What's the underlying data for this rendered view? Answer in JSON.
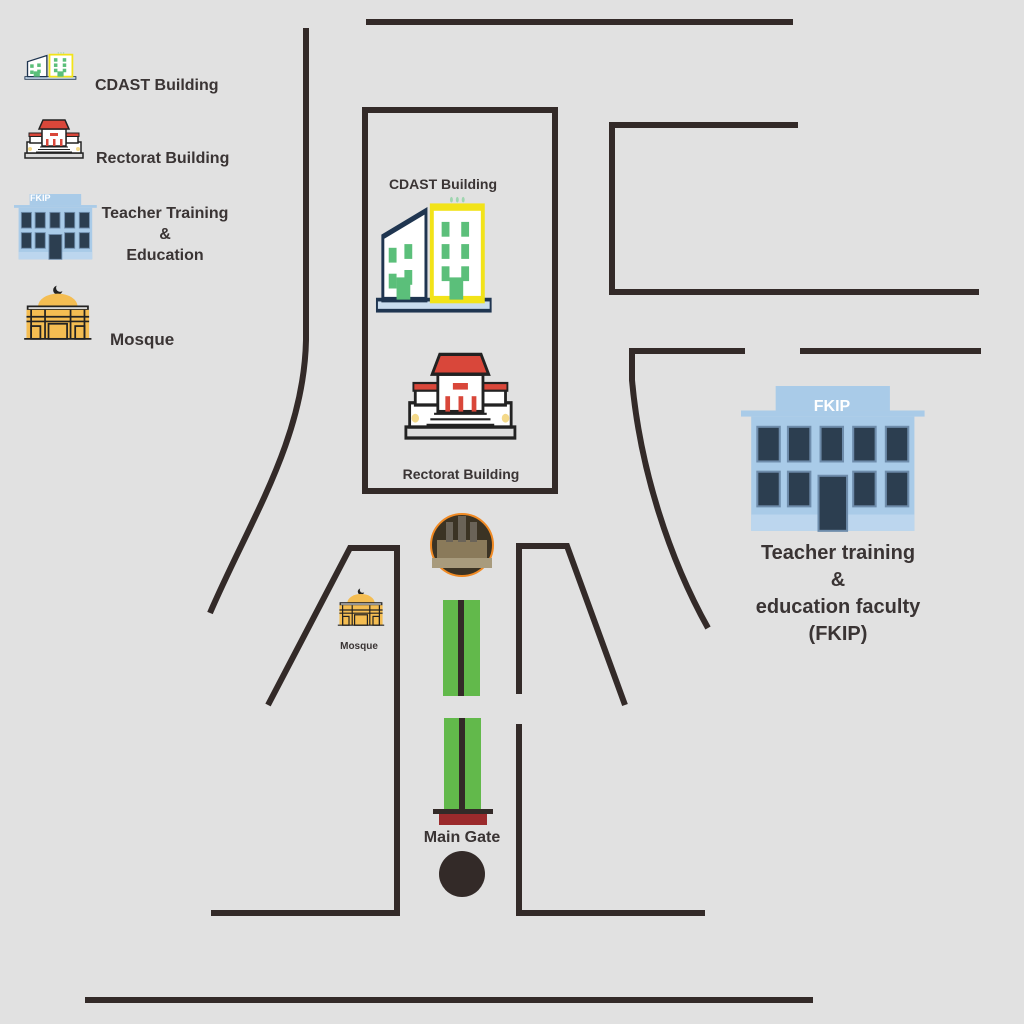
{
  "legend": {
    "items": [
      {
        "label": "CDAST Building",
        "icon": "cdast-building-icon"
      },
      {
        "label": "Rectorat Building",
        "icon": "rectorat-building-icon"
      },
      {
        "label_lines": [
          "Teacher Training",
          "&",
          "Education"
        ],
        "icon": "fkip-building-icon"
      },
      {
        "label": "Mosque",
        "icon": "mosque-icon"
      }
    ]
  },
  "map": {
    "cdast_label": "CDAST Building",
    "rectorat_label": "Rectorat Building",
    "fkip_sign": "FKIP",
    "fkip_label_lines": [
      "Teacher training",
      "&",
      "education faculty",
      "(FKIP)"
    ],
    "mosque_label": "Mosque",
    "main_gate_label": "Main Gate"
  },
  "colors": {
    "road": "#332a28",
    "green_median": "#62b94b",
    "gate_red": "#9b2a2c",
    "fkip_blue": "#a9cbe8",
    "mosque_yellow": "#f4bd52",
    "rectorat_red": "#d9473a",
    "background": "#e1e1e1"
  }
}
